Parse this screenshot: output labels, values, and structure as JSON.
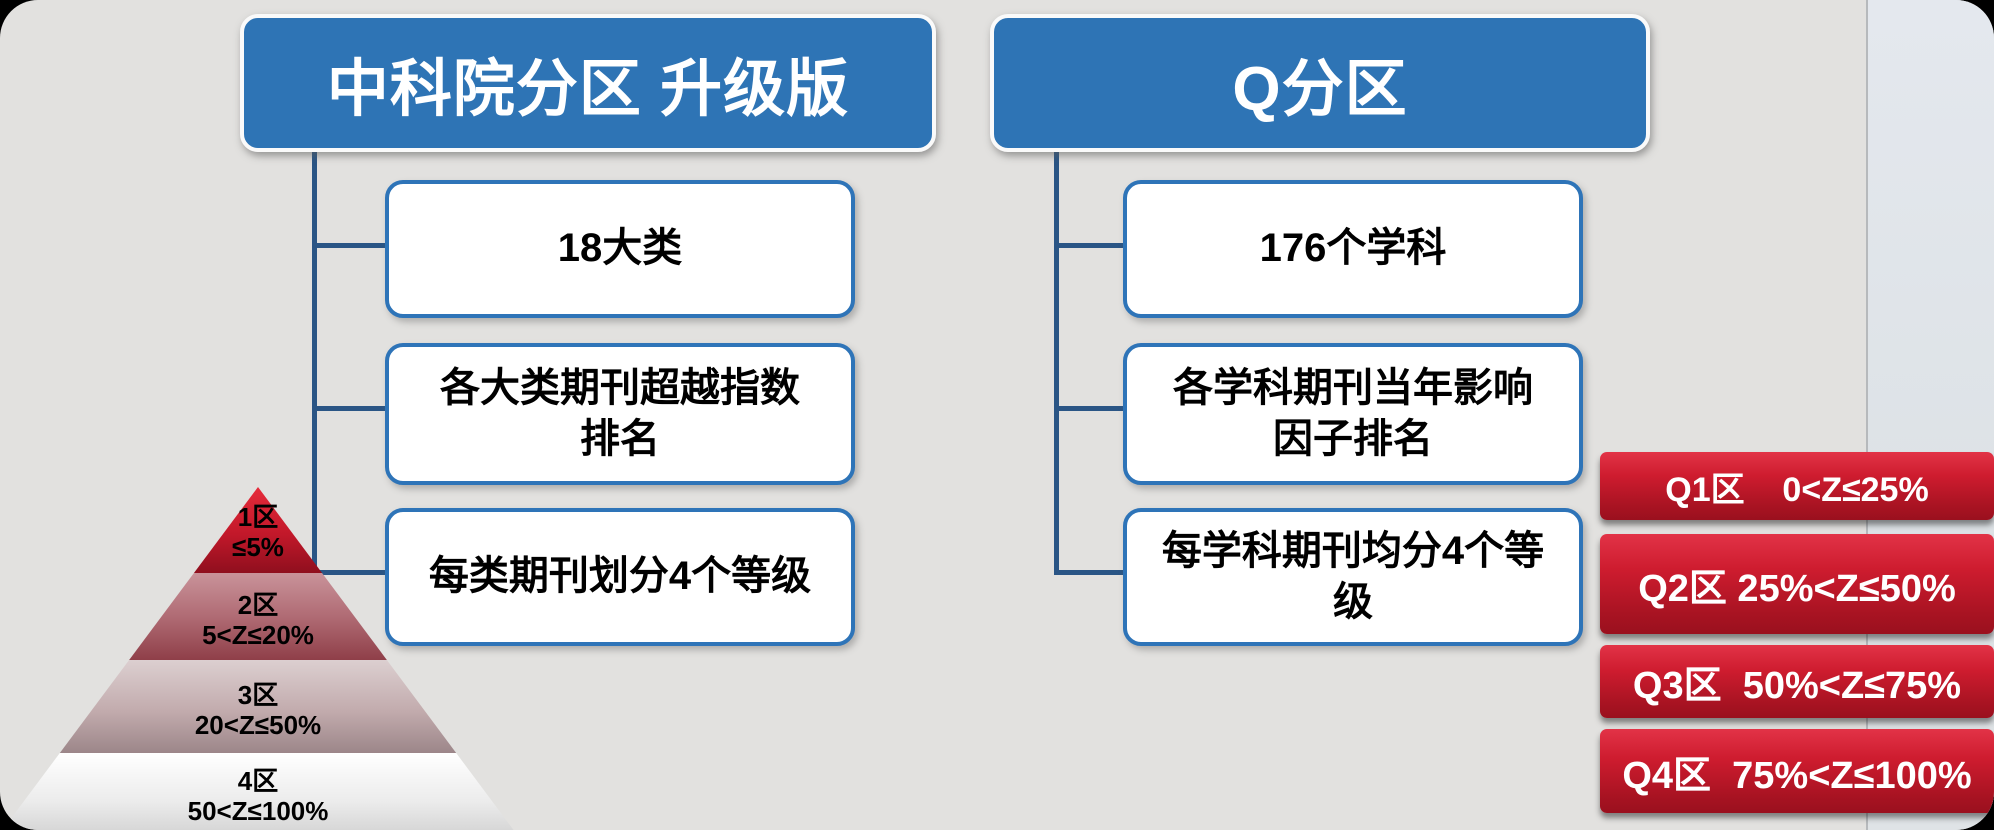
{
  "slide": {
    "palette": {
      "background": "#e2e1df",
      "header_blue": "#2e74b5",
      "connector_blue": "#2a5585",
      "box_border_blue": "#2e74b8",
      "quartile_red_top": "#e23347",
      "quartile_red_bottom": "#9a101e"
    }
  },
  "left_branch": {
    "title": "中科院分区 升级版",
    "nodes": [
      {
        "lines": [
          "18大类"
        ]
      },
      {
        "lines": [
          "各大类期刊超越指数",
          "排名"
        ]
      },
      {
        "lines": [
          "每类期刊划分4个等级"
        ]
      }
    ],
    "pyramid": {
      "tiers": [
        {
          "label": "1区",
          "range": "≤5%"
        },
        {
          "label": "2区",
          "range": "5<Z≤20%"
        },
        {
          "label": "3区",
          "range": "20<Z≤50%"
        },
        {
          "label": "4区",
          "range": "50<Z≤100%"
        }
      ]
    }
  },
  "right_branch": {
    "title": "Q分区",
    "nodes": [
      {
        "lines": [
          "176个学科"
        ]
      },
      {
        "lines": [
          "各学科期刊当年影响",
          "因子排名"
        ]
      },
      {
        "lines": [
          "每学科期刊均分4个等",
          "级"
        ]
      }
    ],
    "quartiles": [
      {
        "text": "Q1区    0<Z≤25%"
      },
      {
        "text": "Q2区 25%<Z≤50%"
      },
      {
        "text": "Q3区  50%<Z≤75%"
      },
      {
        "text": "Q4区  75%<Z≤100%"
      }
    ]
  }
}
